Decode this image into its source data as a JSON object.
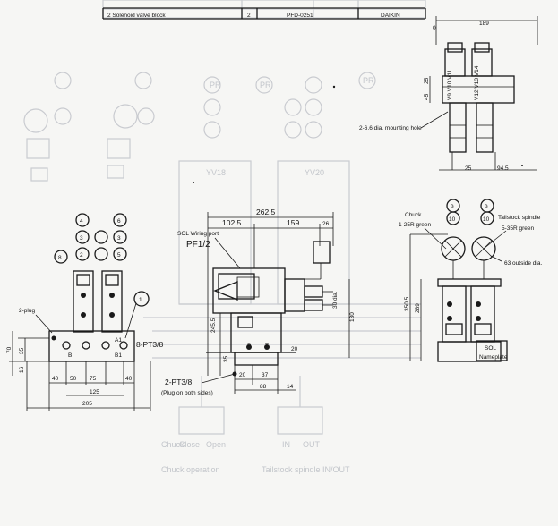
{
  "top_table": {
    "cell_left": "2 Solenoid valve block",
    "qty": "2",
    "part_no": "PFD-0251",
    "maker": "DAIKIN"
  },
  "top_right_dims": {
    "overall": "189",
    "left_edge": "0",
    "height_a": "45",
    "height_b": "25"
  },
  "top_right_labels": {
    "valve_ids_a": "V9 V10 V11",
    "valve_ids_b": "V12 V13 V14",
    "mount_hole": "2-6.6 dia. mounting hole",
    "bottom_a": "25",
    "bottom_b": "94.5"
  },
  "left_view": {
    "balloons_col1": [
      "4",
      "3",
      "2"
    ],
    "balloons_col2": [
      "6",
      "3",
      "5"
    ],
    "balloon_8": "8",
    "balloon_1": "1",
    "plug": "2-plug",
    "port": "8-PT3/8",
    "dims_bottom": [
      "40",
      "50",
      "75",
      "40"
    ],
    "dim_125": "125",
    "dim_205": "205",
    "dims_left": [
      "70",
      "35",
      "16"
    ],
    "port_A": "A1",
    "port_B": "B1",
    "port_B2": "B"
  },
  "center_view": {
    "dim_262": "262.5",
    "dim_102": "102.5",
    "dim_159": "159",
    "dim_26": "26",
    "sol_label": "SOL Wiring port",
    "pf_label": "PF1/2",
    "dim_245": "245.5",
    "dim_130": "130",
    "dim_35": "35",
    "dim_20a": "20",
    "dim_20b": "20",
    "dim_37": "37",
    "dim_88": "88",
    "dim_14": "14",
    "port_label": "2-PT3/8",
    "port_note": "(Plug on both sides)",
    "dim_30": "30 dia.",
    "port_P": "P",
    "port_T": "T"
  },
  "right_view": {
    "chuck": "Chuck",
    "chuck_sub": "1-25R green",
    "tailstock": "Tailstock spindle",
    "tailstock_sub": "5-35R green",
    "outside": "63 outside dia.",
    "balloons_a": [
      "9",
      "10"
    ],
    "balloons_b": [
      "9",
      "10"
    ],
    "dim_350": "350.5",
    "dim_289": "289",
    "sol": "SOL",
    "nameplate": "Nameplate"
  },
  "ghost_text": {
    "g1": "PR",
    "g2": "PR",
    "g3": "PR",
    "g4": "YV18",
    "g5": "YV20",
    "g6": "Chuck",
    "g7": "Open",
    "g8": "Close",
    "g9": "IN",
    "g10": "OUT",
    "g11": "Chuck operation",
    "g12": "Tailstock spindle IN/OUT"
  }
}
